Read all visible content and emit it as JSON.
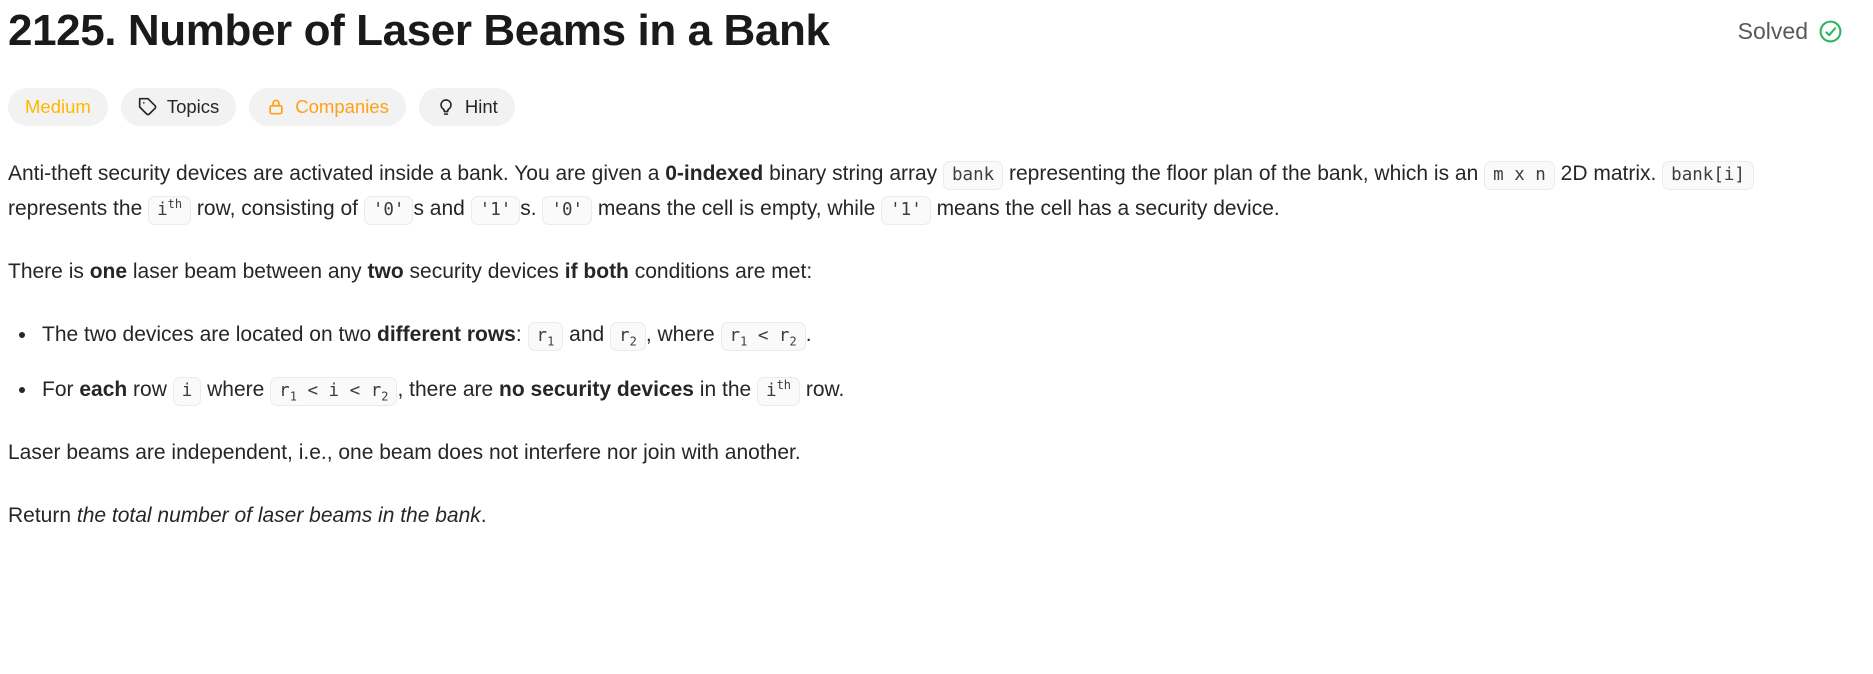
{
  "header": {
    "title": "2125. Number of Laser Beams in a Bank",
    "status": {
      "label": "Solved",
      "icon": "check-circle-icon",
      "color": "#2db55d"
    }
  },
  "badges": {
    "difficulty": {
      "label": "Medium",
      "color": "#ffb800"
    },
    "topics": {
      "label": "Topics",
      "icon": "tag-icon"
    },
    "companies": {
      "label": "Companies",
      "icon": "lock-icon",
      "color": "#ffa116"
    },
    "hint": {
      "label": "Hint",
      "icon": "lightbulb-icon"
    }
  },
  "description": {
    "blocks": [
      {
        "type": "p",
        "segments": [
          {
            "t": "text",
            "v": "Anti-theft security devices are activated inside a bank. You are given a "
          },
          {
            "t": "bold",
            "v": "0-indexed"
          },
          {
            "t": "text",
            "v": " binary string array "
          },
          {
            "t": "code",
            "v": "bank"
          },
          {
            "t": "text",
            "v": " representing the floor plan of the bank, which is an "
          },
          {
            "t": "code",
            "v": "m x n"
          },
          {
            "t": "text",
            "v": " 2D matrix. "
          },
          {
            "t": "code",
            "v": "bank[i]"
          },
          {
            "t": "text",
            "v": " represents the "
          },
          {
            "t": "code",
            "v": "i^th^"
          },
          {
            "t": "text",
            "v": " row, consisting of "
          },
          {
            "t": "code",
            "v": "'0'"
          },
          {
            "t": "text",
            "v": "s and "
          },
          {
            "t": "code",
            "v": "'1'"
          },
          {
            "t": "text",
            "v": "s. "
          },
          {
            "t": "code",
            "v": "'0'"
          },
          {
            "t": "text",
            "v": " means the cell is empty, while "
          },
          {
            "t": "code",
            "v": "'1'"
          },
          {
            "t": "text",
            "v": " means the cell has a security device."
          }
        ]
      },
      {
        "type": "p",
        "segments": [
          {
            "t": "text",
            "v": "There is "
          },
          {
            "t": "bold",
            "v": "one"
          },
          {
            "t": "text",
            "v": " laser beam between any "
          },
          {
            "t": "bold",
            "v": "two"
          },
          {
            "t": "text",
            "v": " security devices "
          },
          {
            "t": "bold",
            "v": "if both"
          },
          {
            "t": "text",
            "v": " conditions are met:"
          }
        ]
      },
      {
        "type": "ul",
        "items": [
          [
            {
              "t": "text",
              "v": "The two devices are located on two "
            },
            {
              "t": "bold",
              "v": "different rows"
            },
            {
              "t": "text",
              "v": ": "
            },
            {
              "t": "code",
              "v": "r~1~"
            },
            {
              "t": "text",
              "v": " and "
            },
            {
              "t": "code",
              "v": "r~2~"
            },
            {
              "t": "text",
              "v": ", where "
            },
            {
              "t": "code",
              "v": "r~1~ < r~2~"
            },
            {
              "t": "text",
              "v": "."
            }
          ],
          [
            {
              "t": "text",
              "v": "For "
            },
            {
              "t": "bold",
              "v": "each"
            },
            {
              "t": "text",
              "v": " row "
            },
            {
              "t": "code",
              "v": "i"
            },
            {
              "t": "text",
              "v": " where "
            },
            {
              "t": "code",
              "v": "r~1~ < i < r~2~"
            },
            {
              "t": "text",
              "v": ", there are "
            },
            {
              "t": "bold",
              "v": "no security devices"
            },
            {
              "t": "text",
              "v": " in the "
            },
            {
              "t": "code",
              "v": "i^th^"
            },
            {
              "t": "text",
              "v": " row."
            }
          ]
        ]
      },
      {
        "type": "p",
        "segments": [
          {
            "t": "text",
            "v": "Laser beams are independent, i.e., one beam does not interfere nor join with another."
          }
        ]
      },
      {
        "type": "p",
        "segments": [
          {
            "t": "text",
            "v": "Return "
          },
          {
            "t": "italic",
            "v": "the total number of laser beams in the bank"
          },
          {
            "t": "text",
            "v": "."
          }
        ]
      }
    ]
  }
}
